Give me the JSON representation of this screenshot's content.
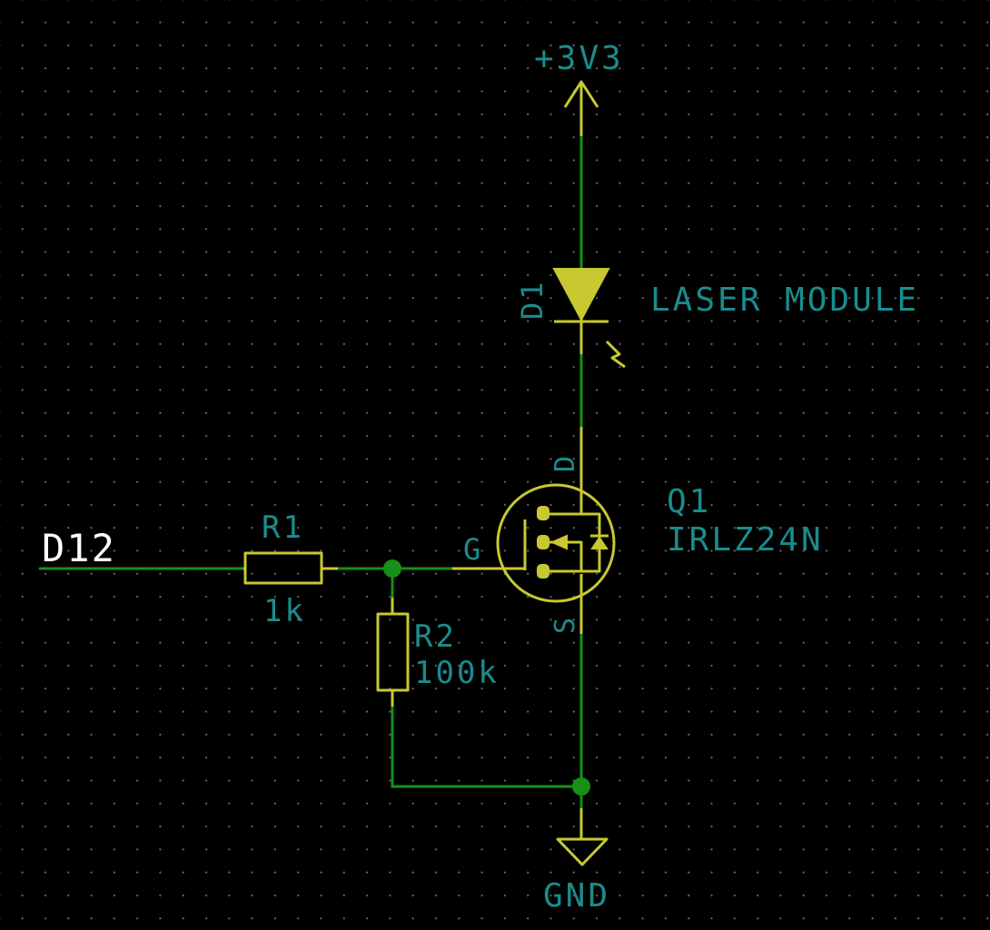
{
  "colors": {
    "background": "#000000",
    "wire": "#169016",
    "symbol": "#c8c831",
    "label": "#1b8c8c",
    "net_label": "#ffffff"
  },
  "power": {
    "supply_label": "+3V3",
    "ground_label": "GND"
  },
  "net": {
    "input_label": "D12"
  },
  "components": {
    "d1": {
      "reference": "D1",
      "value": "LASER MODULE"
    },
    "q1": {
      "reference": "Q1",
      "value": "IRLZ24N",
      "pin_d": "D",
      "pin_g": "G",
      "pin_s": "S"
    },
    "r1": {
      "reference": "R1",
      "value": "1k"
    },
    "r2": {
      "reference": "R2",
      "value": "100k"
    }
  }
}
